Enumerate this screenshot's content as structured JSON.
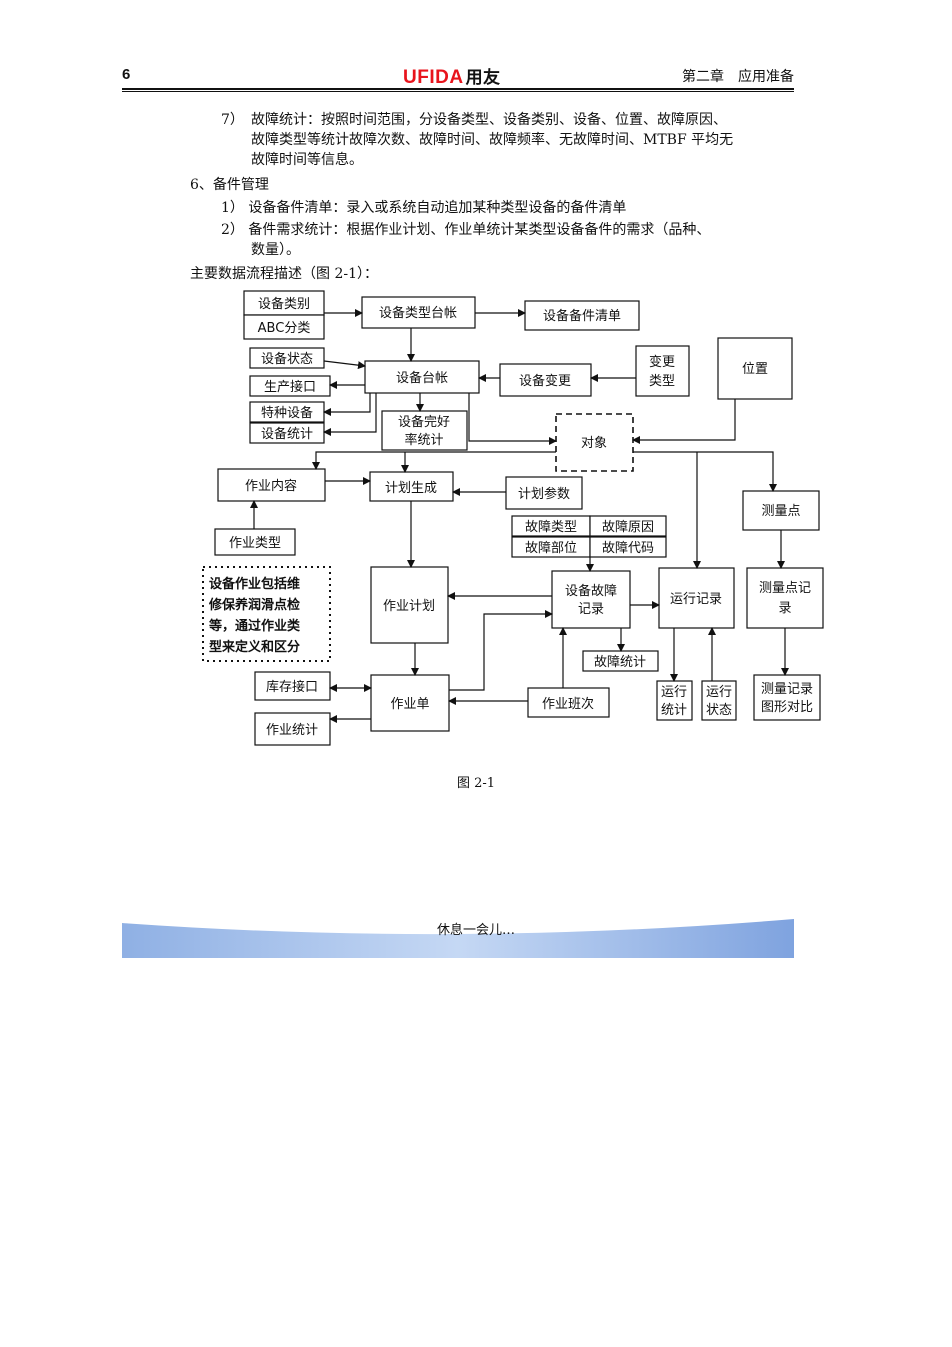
{
  "header": {
    "page_number": "6",
    "logo_latin": "UFIDA",
    "logo_cn": "用友",
    "chapter": "第二章　应用准备"
  },
  "body": {
    "item7_label": "7）",
    "item7_lines": [
      "故障统计：按照时间范围，分设备类型、设备类别、设备、位置、故障原因、",
      "故障类型等统计故障次数、故障时间、故障频率、无故障时间、MTBF 平均无",
      "故障时间等信息。"
    ],
    "section6": "6、备件管理",
    "sub1": "1） 设备备件清单：录入或系统自动追加某种类型设备的备件清单",
    "sub2_lines": [
      "2） 备件需求统计：根据作业计划、作业单统计某类型设备备件的需求（品种、",
      "数量）。"
    ],
    "flow_intro": "主要数据流程描述（图 2-1）："
  },
  "diagram": {
    "nodes": {
      "equip_class": "设备类别",
      "abc_class": "ABC分类",
      "equip_type_ledger": "设备类型台帐",
      "spare_list": "设备备件清单",
      "equip_status": "设备状态",
      "prod_interface": "生产接口",
      "equip_ledger": "设备台帐",
      "equip_change": "设备变更",
      "change_type_1": "变更",
      "change_type_2": "类型",
      "location": "位置",
      "special_equip": "特种设备",
      "equip_stats": "设备统计",
      "intact_rate_1": "设备完好",
      "intact_rate_2": "率统计",
      "object": "对象",
      "work_content": "作业内容",
      "plan_gen": "计划生成",
      "plan_params": "计划参数",
      "measure_point": "测量点",
      "work_type": "作业类型",
      "fault_type": "故障类型",
      "fault_cause": "故障原因",
      "fault_part": "故障部位",
      "fault_code": "故障代码",
      "note_lines": [
        "设备作业包括维",
        "修保养润滑点检",
        "等，通过作业类",
        "型来定义和区分"
      ],
      "work_plan": "作业计划",
      "fault_record_1": "设备故障",
      "fault_record_2": "记录",
      "run_record": "运行记录",
      "mp_record_1": "测量点记",
      "mp_record_2": "录",
      "fault_stats": "故障统计",
      "inventory_interface": "库存接口",
      "work_order": "作业单",
      "work_shift": "作业班次",
      "run_stats_1": "运行",
      "run_stats_2": "统计",
      "run_status_1": "运行",
      "run_status_2": "状态",
      "mr_compare_1": "测量记录",
      "mr_compare_2": "图形对比",
      "work_stats": "作业统计"
    },
    "caption": "图 2-1"
  },
  "footer": {
    "text": "休息一会儿…",
    "band_color": "#a9c4ec"
  }
}
